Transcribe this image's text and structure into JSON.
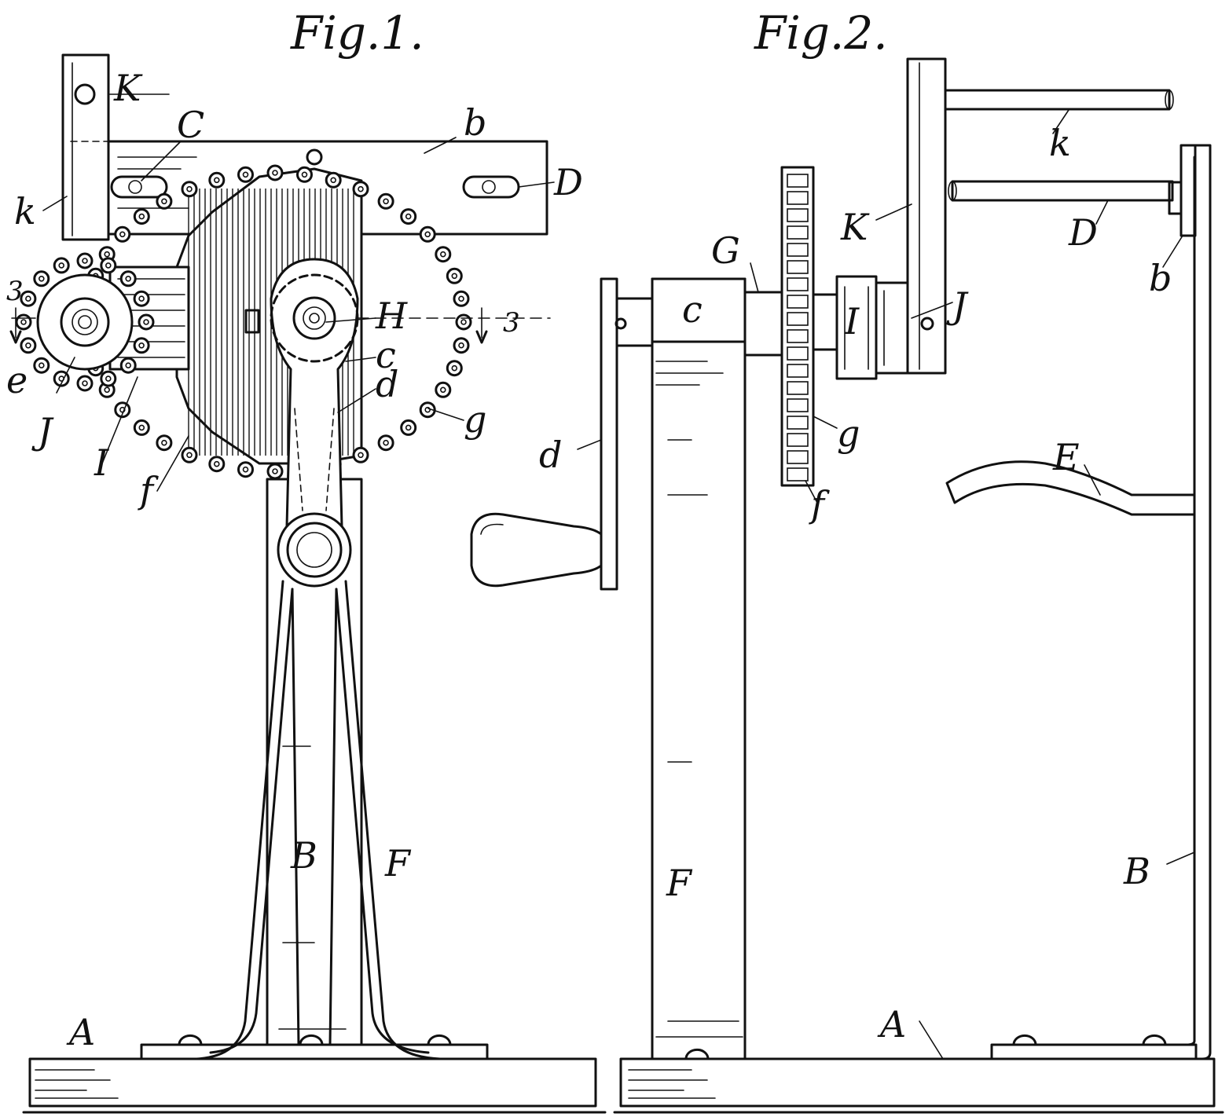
{
  "figures": [
    {
      "id": "fig1",
      "title": "Fig.1."
    },
    {
      "id": "fig2",
      "title": "Fig.2."
    }
  ],
  "fig1_labels": {
    "K": "K",
    "C": "C",
    "b": "b",
    "D": "D",
    "k": "k",
    "H": "H",
    "c": "c",
    "d": "d",
    "g": "g",
    "e": "e",
    "J": "J",
    "I": "I",
    "f": "f",
    "B": "B",
    "F": "F",
    "A": "A",
    "section_left": "3",
    "section_right": "3"
  },
  "fig2_labels": {
    "k_top": "k",
    "D": "D",
    "b": "b",
    "K": "K",
    "G": "G",
    "c": "c",
    "I": "I",
    "J": "J",
    "g": "g",
    "d": "d",
    "f": "f",
    "E": "E",
    "F": "F",
    "B": "B",
    "A": "A"
  }
}
